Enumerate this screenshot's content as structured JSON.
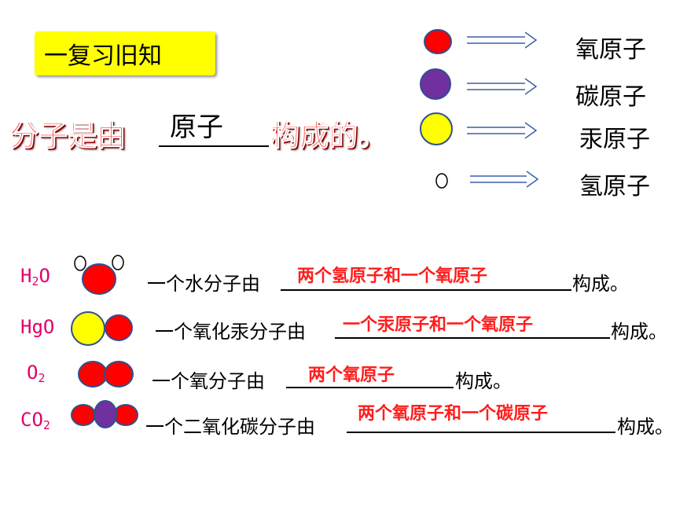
{
  "header": {
    "title": "一复习旧知"
  },
  "statement": {
    "prefix": "分子是由",
    "answer": "原子",
    "suffix": "构成的。"
  },
  "legend": [
    {
      "icon": "oxygen-atom-icon",
      "color": "#ff0000",
      "label": "氧原子"
    },
    {
      "icon": "carbon-atom-icon",
      "color": "#7030a0",
      "label": "碳原子"
    },
    {
      "icon": "mercury-atom-icon",
      "color": "#ffff00",
      "label": "汞原子"
    },
    {
      "icon": "hydrogen-atom-icon",
      "color": "#ffffff",
      "label": "氢原子"
    }
  ],
  "molecules": [
    {
      "formula_main": "H",
      "formula_sub": "2",
      "formula_tail": "O",
      "prefix": "一个水分子由",
      "answer": "两个氢原子和一个氧原子",
      "suffix": "构成。"
    },
    {
      "formula_main": "HgO",
      "formula_sub": "",
      "formula_tail": "",
      "prefix": "一个氧化汞分子由",
      "answer": "一个汞原子和一个氧原子",
      "suffix": "构成。"
    },
    {
      "formula_main": "O",
      "formula_sub": "2",
      "formula_tail": "",
      "prefix": "一个氧分子由",
      "answer": "两个氧原子",
      "suffix": "构成。"
    },
    {
      "formula_main": "CO",
      "formula_sub": "2",
      "formula_tail": "",
      "prefix": "一个二氧化碳分子由",
      "answer": "两个氧原子和一个碳原子",
      "suffix": "构成。"
    }
  ],
  "colors": {
    "oxygen": "#ff0000",
    "carbon": "#7030a0",
    "mercury": "#ffff00",
    "answer": "#ff1e1e",
    "formula": "#e0006a"
  }
}
